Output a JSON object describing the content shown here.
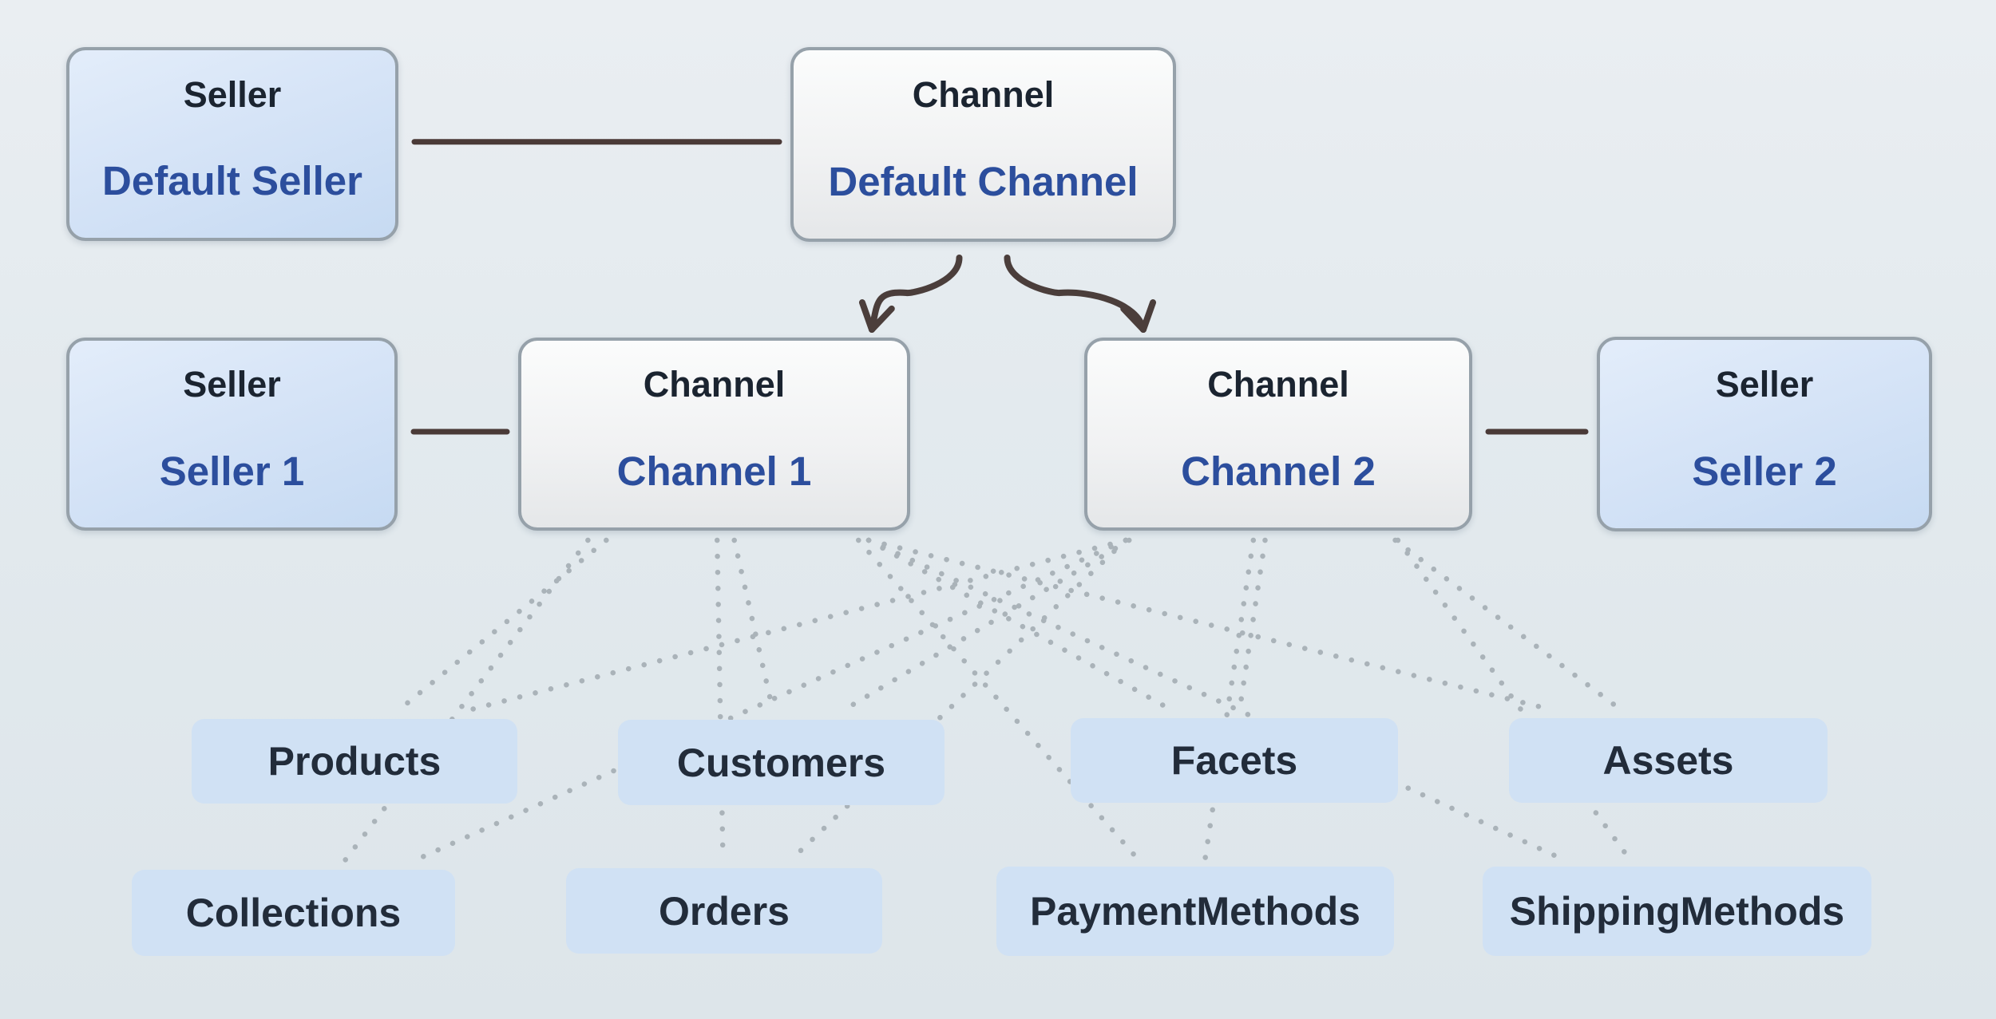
{
  "diagram": {
    "nodes": {
      "default_seller": {
        "title": "Seller",
        "subtitle": "Default Seller"
      },
      "default_channel": {
        "title": "Channel",
        "subtitle": "Default Channel"
      },
      "seller1": {
        "title": "Seller",
        "subtitle": "Seller 1"
      },
      "channel1": {
        "title": "Channel",
        "subtitle": "Channel 1"
      },
      "channel2": {
        "title": "Channel",
        "subtitle": "Channel 2"
      },
      "seller2": {
        "title": "Seller",
        "subtitle": "Seller 2"
      },
      "products": {
        "label": "Products"
      },
      "customers": {
        "label": "Customers"
      },
      "facets": {
        "label": "Facets"
      },
      "assets": {
        "label": "Assets"
      },
      "collections": {
        "label": "Collections"
      },
      "orders": {
        "label": "Orders"
      },
      "payment_methods": {
        "label": "PaymentMethods"
      },
      "shipping_methods": {
        "label": "ShippingMethods"
      }
    },
    "edges": {
      "solid": [
        [
          "default_seller",
          "default_channel"
        ],
        [
          "seller1",
          "channel1"
        ],
        [
          "channel2",
          "seller2"
        ]
      ],
      "arrows": [
        [
          "default_channel",
          "channel1"
        ],
        [
          "default_channel",
          "channel2"
        ]
      ],
      "dotted": [
        [
          "channel1",
          "products"
        ],
        [
          "channel1",
          "collections"
        ],
        [
          "channel1",
          "customers"
        ],
        [
          "channel1",
          "orders"
        ],
        [
          "channel1",
          "facets"
        ],
        [
          "channel1",
          "payment_methods"
        ],
        [
          "channel1",
          "assets"
        ],
        [
          "channel1",
          "shipping_methods"
        ],
        [
          "channel2",
          "products"
        ],
        [
          "channel2",
          "collections"
        ],
        [
          "channel2",
          "customers"
        ],
        [
          "channel2",
          "orders"
        ],
        [
          "channel2",
          "facets"
        ],
        [
          "channel2",
          "payment_methods"
        ],
        [
          "channel2",
          "assets"
        ],
        [
          "channel2",
          "shipping_methods"
        ]
      ]
    },
    "colors": {
      "solid_line": "#4a3a37",
      "arrow_line": "#4b3e3b",
      "dotted_line": "#aab3b9",
      "title_text": "#1b2430",
      "subtitle_text": "#2c4e9d",
      "entity_text": "#222c3a",
      "seller_fill": "#cfe0f5",
      "channel_fill": "#f0f1f2",
      "entity_fill": "#d0e1f4"
    }
  }
}
